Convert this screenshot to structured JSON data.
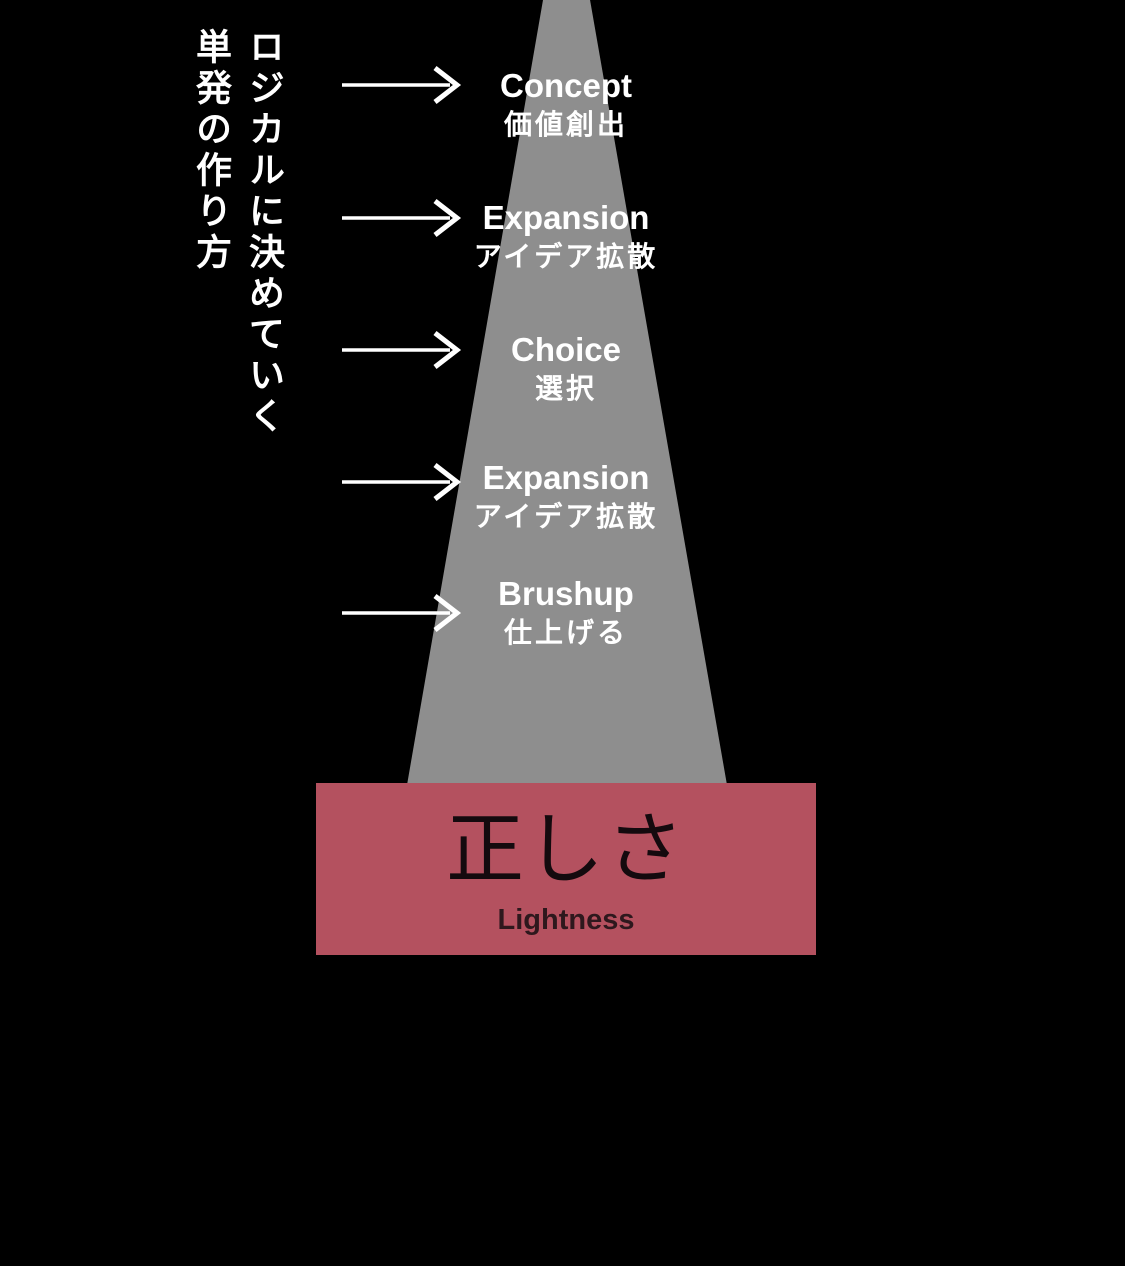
{
  "colors": {
    "background": "#000000",
    "funnel": "#8e8e8e",
    "base_box": "#b4515f",
    "text_light": "#ffffff",
    "base_title_text": "#140a0e",
    "base_subtitle_text": "#2e181d"
  },
  "side_label": {
    "text": "ロジカルに決めていく\n単発の作り方"
  },
  "funnel": {
    "stages": [
      {
        "title": "Concept",
        "subtitle": "価値創出"
      },
      {
        "title": "Expansion",
        "subtitle": "アイデア拡散"
      },
      {
        "title": "Choice",
        "subtitle": "選択"
      },
      {
        "title": "Expansion",
        "subtitle": "アイデア拡散"
      },
      {
        "title": "Brushup",
        "subtitle": "仕上げる"
      }
    ]
  },
  "base_box": {
    "title": "正しさ",
    "subtitle": "Lightness"
  },
  "icons": {
    "right_arrow": "→"
  }
}
